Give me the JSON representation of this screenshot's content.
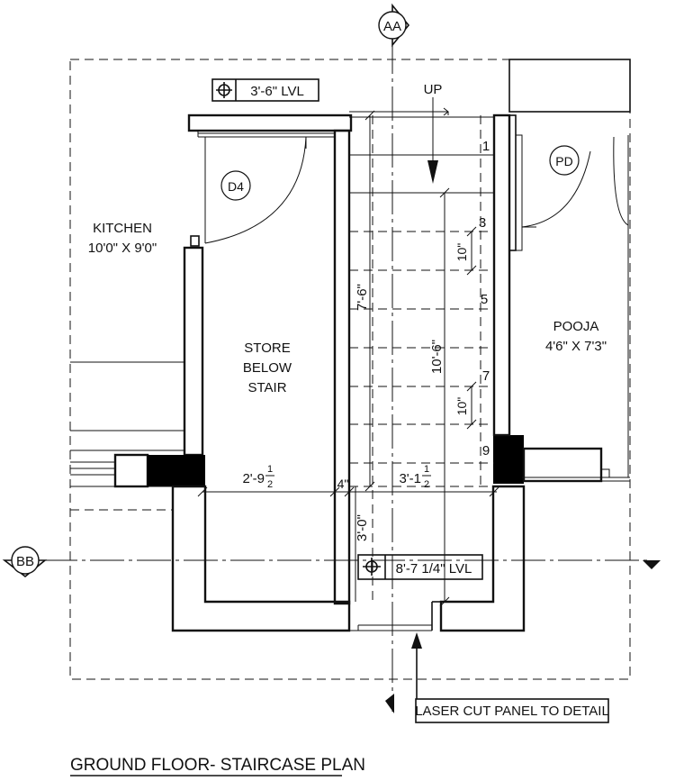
{
  "drawing_title": "GROUND FLOOR- STAIRCASE PLAN",
  "grids": {
    "vertical": "AA",
    "horizontal": "BB"
  },
  "rooms": {
    "kitchen": {
      "name": "KITCHEN",
      "size": "10'0\" X 9'0\""
    },
    "pooja": {
      "name": "POOJA",
      "size": "4'6\" X 7'3\""
    },
    "store": {
      "line1": "STORE",
      "line2": "BELOW",
      "line3": "STAIR"
    }
  },
  "doors": {
    "store_door": "D4",
    "pooja_door": "PD"
  },
  "levels": {
    "top": "3'-6\" LVL",
    "bottom": "8'-7 1/4\" LVL"
  },
  "stair": {
    "direction": "UP",
    "step_numbers": [
      "1",
      "3",
      "5",
      "7",
      "9"
    ]
  },
  "dimensions": {
    "store_width_main": "2'-9",
    "store_width_frac_top": "1",
    "store_width_frac_bottom": "2",
    "wall_thickness": "4\"",
    "stair_width_main": "3'-1",
    "stair_width_frac_top": "1",
    "stair_width_frac_bottom": "2",
    "flight_length_left": "7'-6\"",
    "flight_length_right": "10'-6\"",
    "riser_upper": "10\"",
    "riser_lower": "10\"",
    "landing_depth": "3'-0\""
  },
  "callout": "LASER CUT PANEL TO DETAIL"
}
